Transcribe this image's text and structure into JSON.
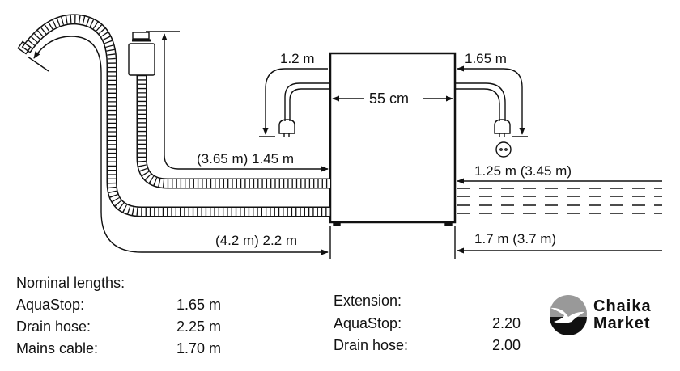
{
  "diagram": {
    "labels": {
      "cable_left": "1.2 m",
      "cable_right": "1.65 m",
      "width": "55 cm",
      "inlet_hose_left": "(3.65 m) 1.45 m",
      "drain_hose_left": "(4.2 m) 2.2 m",
      "inlet_hose_right": "1.25 m (3.45 m)",
      "drain_hose_right": "1.7 m (3.7 m)"
    }
  },
  "nominal": {
    "title": "Nominal lengths:",
    "rows": [
      {
        "label": "AquaStop:",
        "value": "1.65 m"
      },
      {
        "label": "Drain hose:",
        "value": "2.25 m"
      },
      {
        "label": "Mains cable:",
        "value": "1.70 m"
      }
    ]
  },
  "extension": {
    "title": "Extension:",
    "rows": [
      {
        "label": "AquaStop:",
        "value": "2.20"
      },
      {
        "label": "Drain hose:",
        "value": "2.00"
      }
    ]
  },
  "logo": {
    "line1": "Chaika",
    "line2": "Market"
  }
}
